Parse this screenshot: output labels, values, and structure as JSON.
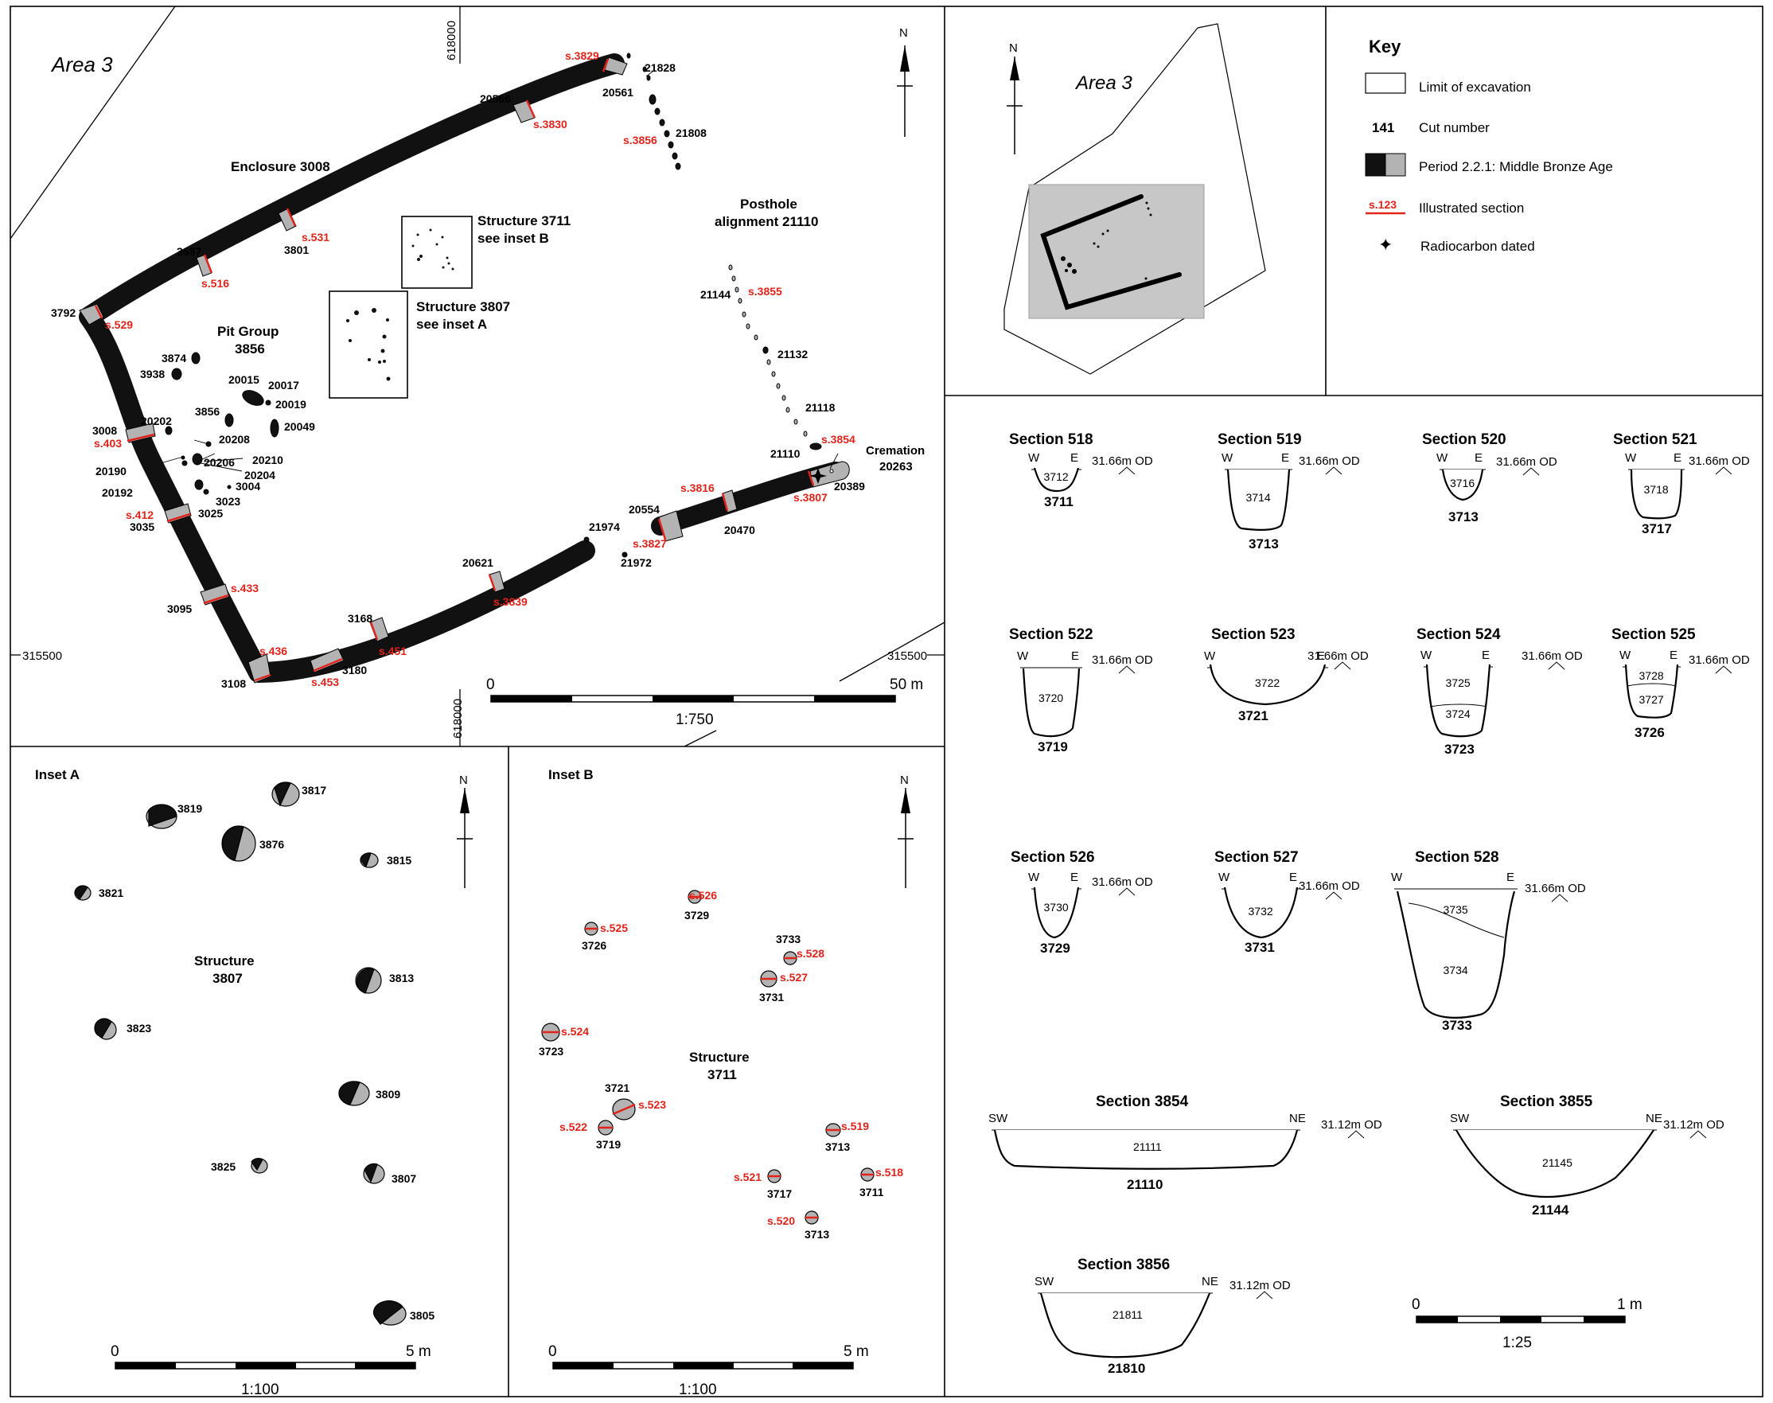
{
  "main_plan": {
    "area_label": "Area 3",
    "grid_e_top": "618000",
    "grid_e_bottom": "618000",
    "grid_n_left": "315500",
    "grid_n_right": "315500",
    "north": "N",
    "enclosure_label": "Enclosure 3008",
    "pit_group_label": [
      "Pit Group",
      "3856"
    ],
    "posthole_label": [
      "Posthole",
      "alignment 21110"
    ],
    "structure_b_label": [
      "Structure 3711",
      "see inset B"
    ],
    "structure_a_label": [
      "Structure 3807",
      "see inset A"
    ],
    "cremation_label": [
      "Cremation",
      "20263"
    ],
    "cut_labels": [
      "20566",
      "21828",
      "20561",
      "21808",
      "3801",
      "3687",
      "3792",
      "3874",
      "3938",
      "20015",
      "20017",
      "20019",
      "3856",
      "20049",
      "20202",
      "3008",
      "20208",
      "20210",
      "20206",
      "20204",
      "20190",
      "20192",
      "3004",
      "3023",
      "3025",
      "3035",
      "3095",
      "3108",
      "3180",
      "3168",
      "20621",
      "21974",
      "21972",
      "20554",
      "20470",
      "21110",
      "20389",
      "21144",
      "21132",
      "21118"
    ],
    "section_labels": [
      "s.3829",
      "s.3830",
      "s.3856",
      "s.531",
      "s.516",
      "s.529",
      "s.403",
      "s.412",
      "s.433",
      "s.436",
      "s.453",
      "s.451",
      "s.3839",
      "s.3827",
      "s.3816",
      "s.3807",
      "s.3854",
      "s.3855"
    ],
    "scale_start": "0",
    "scale_end": "50 m",
    "scale_ratio": "1:750"
  },
  "location_map": {
    "north": "N",
    "area_label": "Area 3"
  },
  "key": {
    "title": "Key",
    "items": [
      {
        "symbol": "",
        "label": "Limit of excavation"
      },
      {
        "symbol": "141",
        "label": "Cut number"
      },
      {
        "symbol": "",
        "label": "Period 2.2.1: Middle Bronze Age"
      },
      {
        "symbol": "s.123",
        "label": "Illustrated section"
      },
      {
        "symbol": "✦",
        "label": "Radiocarbon dated"
      }
    ]
  },
  "inset_a": {
    "title": "Inset A",
    "north": "N",
    "structure_label": [
      "Structure",
      "3807"
    ],
    "features": [
      "3819",
      "3817",
      "3876",
      "3815",
      "3821",
      "3813",
      "3823",
      "3809",
      "3825",
      "3807",
      "3805"
    ],
    "scale_start": "0",
    "scale_end": "5 m",
    "scale_ratio": "1:100"
  },
  "inset_b": {
    "title": "Inset B",
    "north": "N",
    "structure_label": [
      "Structure",
      "3711"
    ],
    "features": [
      "3729",
      "3726",
      "3733",
      "3731",
      "3723",
      "3721",
      "3719",
      "3713",
      "3717",
      "3711",
      "3713"
    ],
    "section_labels": [
      "s.526",
      "s.525",
      "s.528",
      "s.527",
      "s.524",
      "s.523",
      "s.522",
      "s.519",
      "s.521",
      "s.518",
      "s.520"
    ],
    "scale_start": "0",
    "scale_end": "5 m",
    "scale_ratio": "1:100"
  },
  "sections": {
    "datum_a": "31.66m OD",
    "datum_b": "31.12m OD",
    "items": [
      {
        "title": "Section 518",
        "left": "W",
        "right": "E",
        "fills": [
          "3712"
        ],
        "cut": "3711"
      },
      {
        "title": "Section 519",
        "left": "W",
        "right": "E",
        "fills": [
          "3714"
        ],
        "cut": "3713"
      },
      {
        "title": "Section 520",
        "left": "W",
        "right": "E",
        "fills": [
          "3716"
        ],
        "cut": "3713"
      },
      {
        "title": "Section 521",
        "left": "W",
        "right": "E",
        "fills": [
          "3718"
        ],
        "cut": "3717"
      },
      {
        "title": "Section 522",
        "left": "W",
        "right": "E",
        "fills": [
          "3720"
        ],
        "cut": "3719"
      },
      {
        "title": "Section 523",
        "left": "W",
        "right": "E",
        "fills": [
          "3722"
        ],
        "cut": "3721"
      },
      {
        "title": "Section 524",
        "left": "W",
        "right": "E",
        "fills": [
          "3725",
          "3724"
        ],
        "cut": "3723"
      },
      {
        "title": "Section 525",
        "left": "W",
        "right": "E",
        "fills": [
          "3728",
          "3727"
        ],
        "cut": "3726"
      },
      {
        "title": "Section 526",
        "left": "W",
        "right": "E",
        "fills": [
          "3730"
        ],
        "cut": "3729"
      },
      {
        "title": "Section 527",
        "left": "W",
        "right": "E",
        "fills": [
          "3732"
        ],
        "cut": "3731"
      },
      {
        "title": "Section 528",
        "left": "W",
        "right": "E",
        "fills": [
          "3735",
          "3734"
        ],
        "cut": "3733"
      },
      {
        "title": "Section 3854",
        "left": "SW",
        "right": "NE",
        "fills": [
          "21111"
        ],
        "cut": "21110"
      },
      {
        "title": "Section 3855",
        "left": "SW",
        "right": "NE",
        "fills": [
          "21145"
        ],
        "cut": "21144"
      },
      {
        "title": "Section 3856",
        "left": "SW",
        "right": "NE",
        "fills": [
          "21811"
        ],
        "cut": "21810"
      }
    ],
    "scale_start": "0",
    "scale_end": "1 m",
    "scale_ratio": "1:25"
  },
  "colors": {
    "feature_fill": "#111111",
    "section_grey": "#b3b3b3",
    "section_red": "#e0241b",
    "panel_line": "#000000"
  }
}
